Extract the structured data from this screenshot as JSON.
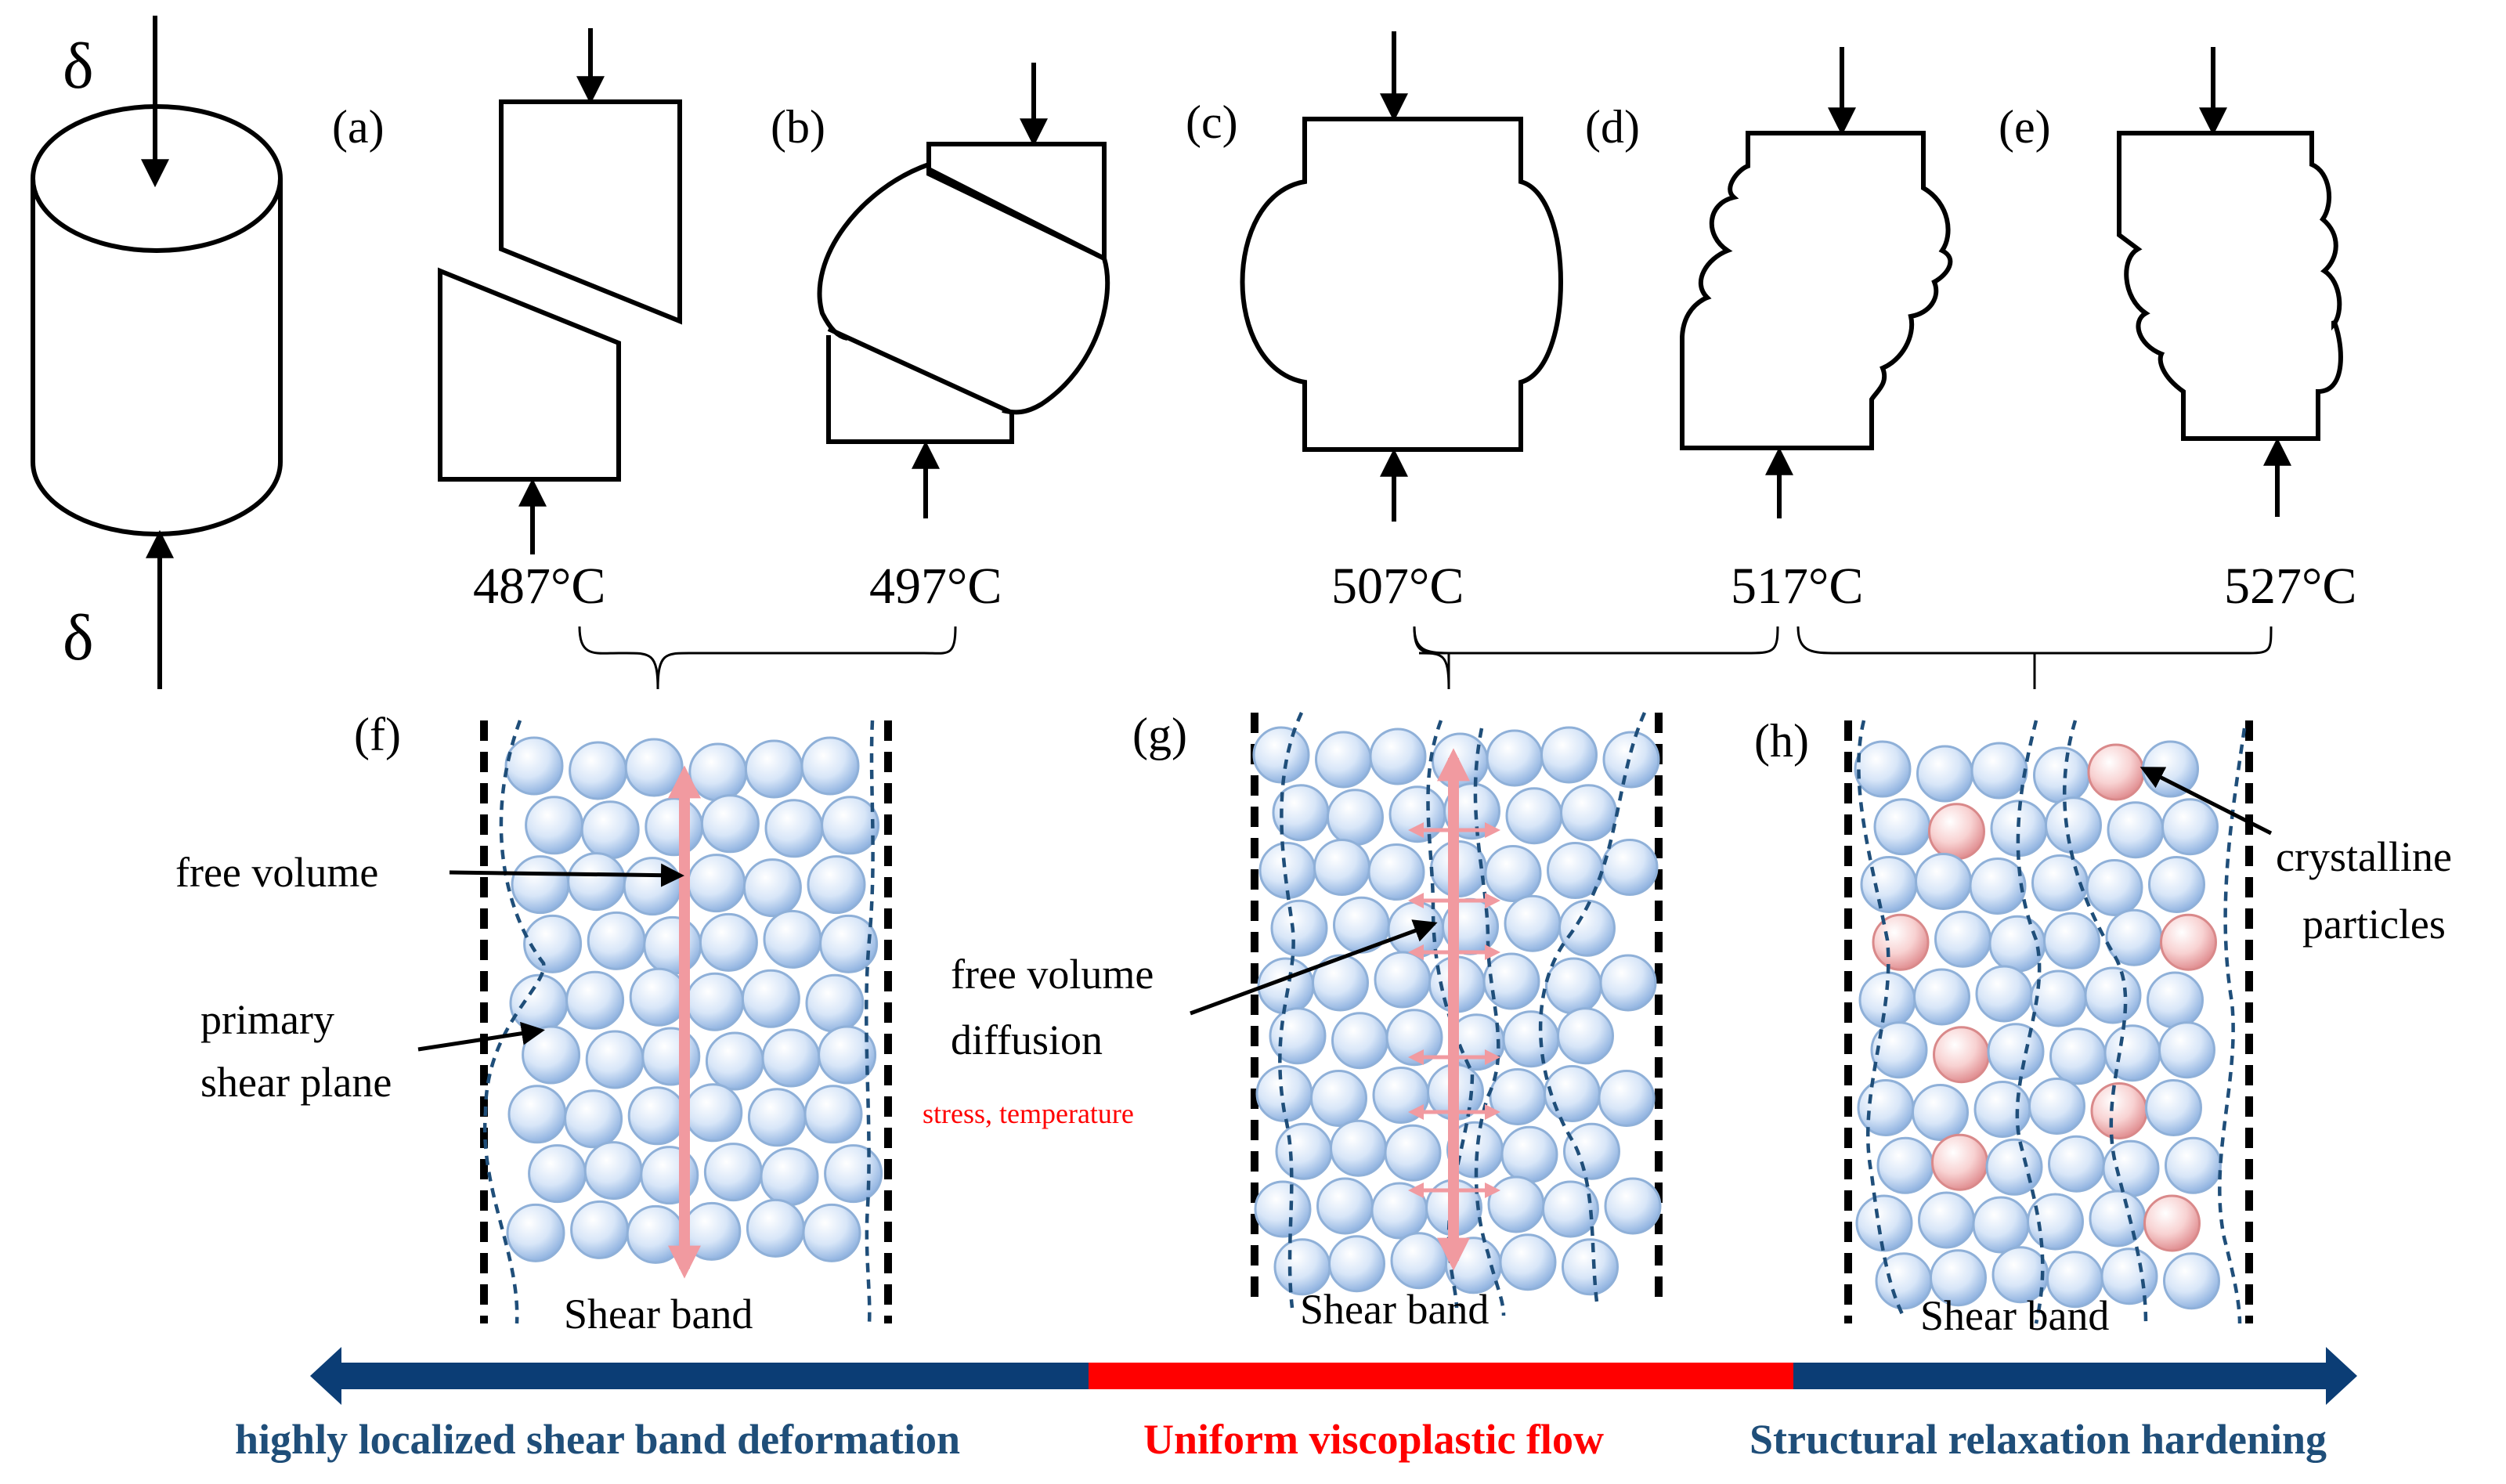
{
  "delta_top": "δ",
  "delta_bottom": "δ",
  "labels": {
    "a": "(a)",
    "b": "(b)",
    "c": "(c)",
    "d": "(d)",
    "e": "(e)",
    "f": "(f)",
    "g": "(g)",
    "h": "(h)"
  },
  "temperatures": [
    "487°C",
    "497°C",
    "507°C",
    "517°C",
    "527°C"
  ],
  "annotations": {
    "free_volume": "free volume",
    "primary_shear_plane_1": "primary",
    "primary_shear_plane_2": "shear plane",
    "free_volume_diffusion_1": "free volume",
    "free_volume_diffusion_2": "diffusion",
    "stress_temperature": "stress, temperature",
    "crystalline_1": "crystalline",
    "crystalline_2": "particles",
    "shear_band_f": "Shear  band",
    "shear_band_g": "Shear  band",
    "shear_band_h": "Shear  band"
  },
  "regimes": [
    {
      "label": "highly localized shear band deformation",
      "color": "#1f4e79"
    },
    {
      "label": "Uniform  viscoplastic flow",
      "color": "#ff0000"
    },
    {
      "label": "Structural relaxation hardening",
      "color": "#1f4e79"
    }
  ],
  "colors": {
    "atom": "#bcd3f0",
    "crystalline_atom": "#f4b6b6",
    "arrow_pink": "#f19aa0",
    "band_navy": "#0b3d75",
    "band_red": "#ff0000",
    "text_red": "#ff0000"
  }
}
